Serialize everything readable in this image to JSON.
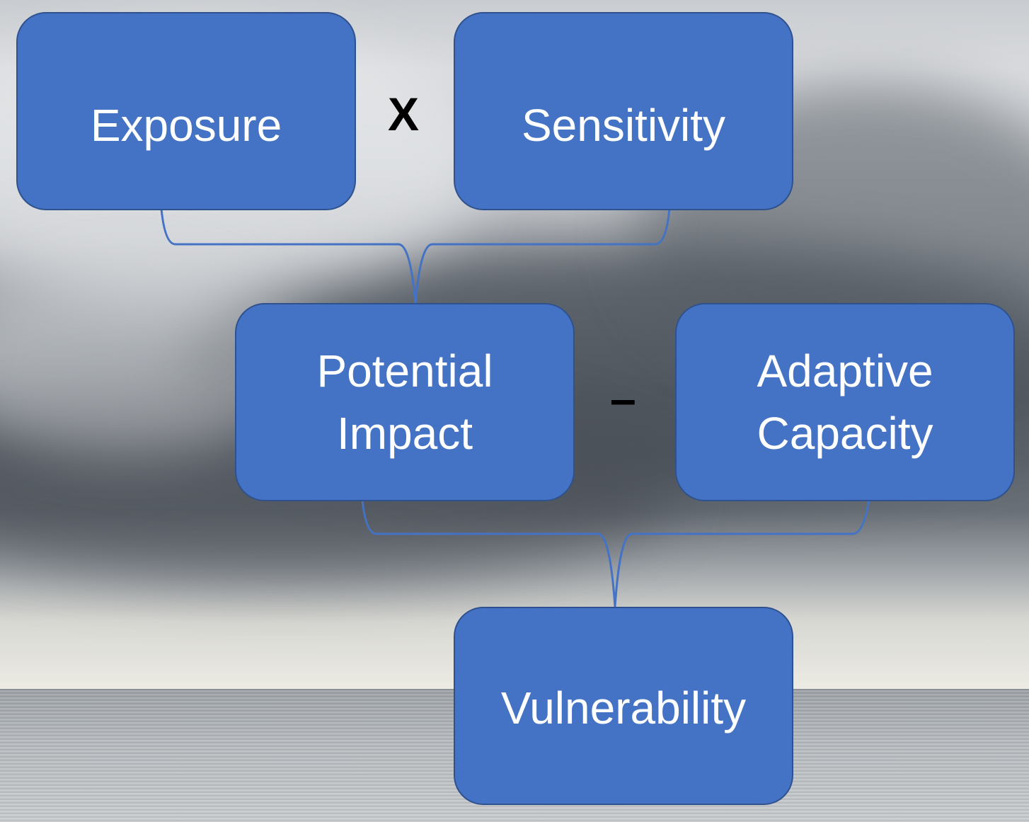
{
  "diagram": {
    "boxes": {
      "exposure": "Exposure",
      "sensitivity": "Sensitivity",
      "potential_impact": "Potential Impact",
      "adaptive_capacity": "Adaptive Capacity",
      "vulnerability": "Vulnerability"
    },
    "operators": {
      "multiply": "X",
      "minus": "–"
    }
  },
  "colors": {
    "box_fill": "#4472c4",
    "box_border": "#2f528f",
    "connector": "#4472c4",
    "text": "#ffffff",
    "operator_text": "#000000"
  }
}
